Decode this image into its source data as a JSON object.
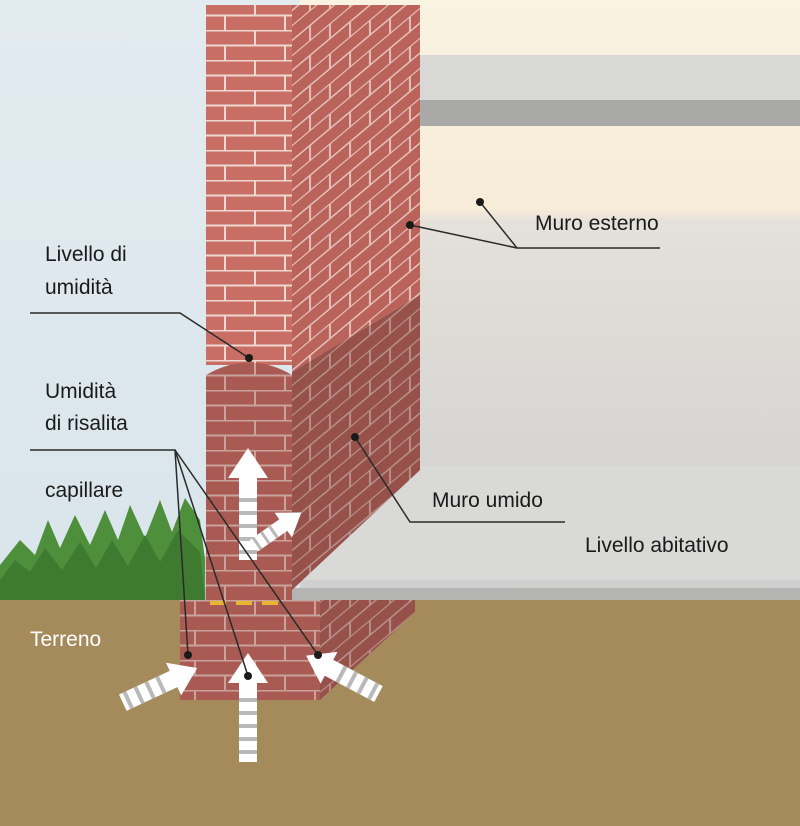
{
  "labels": {
    "muro_esterno": "Muro esterno",
    "livello_umidita_l1": "Livello di",
    "livello_umidita_l2": "umidità",
    "umidita_risalita_l1": "Umidità",
    "umidita_risalita_l2": "di risalita",
    "umidita_risalita_l3": "capillare",
    "muro_umido": "Muro umido",
    "livello_abitativo": "Livello abitativo",
    "terreno": "Terreno"
  },
  "colors": {
    "sky": "#dde7ec",
    "interior": "#faf3e2",
    "brick_dry": "#c96e64",
    "brick_wet": "#a95a53",
    "mortar": "#f0d8d2",
    "slab": "#d4d4d2",
    "soil": "#a58a5c",
    "grass": "#4e8f3c",
    "arrow": "#ffffff"
  },
  "icons": [
    "arrow-up-icon",
    "arrow-up-right-icon",
    "arrow-upright-icon",
    "arrow-upleft-icon"
  ]
}
